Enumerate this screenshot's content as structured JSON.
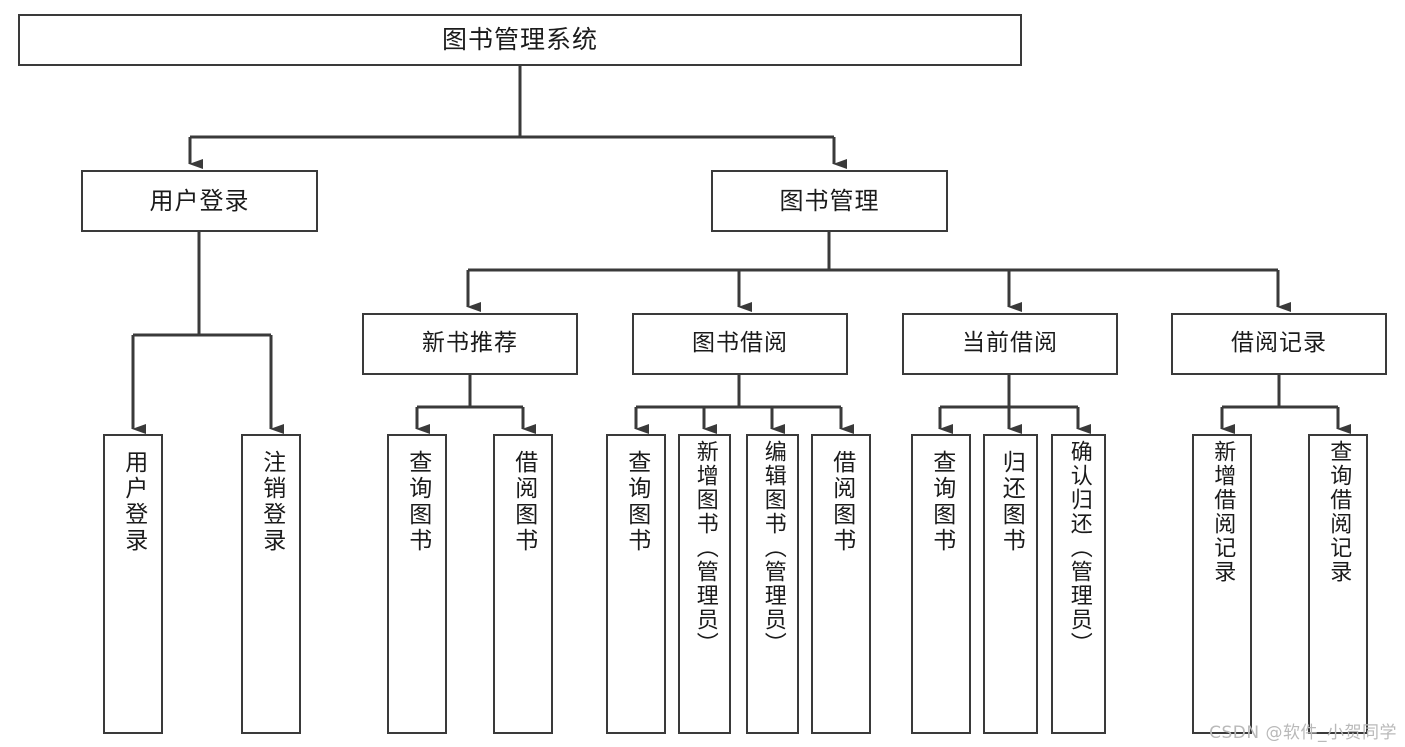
{
  "diagram": {
    "title": "图书管理系统",
    "type": "tree",
    "watermark": "CSDN @软件_小贺同学",
    "colors": {
      "box_border": "#3a3a3a",
      "box_fill": "#ffffff",
      "connector": "#3a3a3a",
      "text": "#1b1b1b",
      "watermark": "#b9b9b9"
    },
    "root": {
      "label": "图书管理系统"
    },
    "level2": [
      {
        "id": "user-login",
        "label": "用户登录"
      },
      {
        "id": "book-manage",
        "label": "图书管理"
      }
    ],
    "level3": [
      {
        "id": "new-book-rec",
        "label": "新书推荐"
      },
      {
        "id": "book-borrow",
        "label": "图书借阅"
      },
      {
        "id": "current-borrow",
        "label": "当前借阅"
      },
      {
        "id": "borrow-record",
        "label": "借阅记录"
      }
    ],
    "leaves": {
      "user-login": [
        {
          "id": "login",
          "label": "用户登录"
        },
        {
          "id": "logout",
          "label": "注销登录"
        }
      ],
      "new-book-rec": [
        {
          "id": "query-book-1",
          "label": "查询图书"
        },
        {
          "id": "borrow-book-1",
          "label": "借阅图书"
        }
      ],
      "book-borrow": [
        {
          "id": "query-book-2",
          "label": "查询图书"
        },
        {
          "id": "add-book",
          "label": "新增图书（管理员）"
        },
        {
          "id": "edit-book",
          "label": "编辑图书（管理员）"
        },
        {
          "id": "borrow-book-2",
          "label": "借阅图书"
        }
      ],
      "current-borrow": [
        {
          "id": "query-book-3",
          "label": "查询图书"
        },
        {
          "id": "return-book",
          "label": "归还图书"
        },
        {
          "id": "confirm-return",
          "label": "确认归还（管理员）"
        }
      ],
      "borrow-record": [
        {
          "id": "add-record",
          "label": "新增借阅记录"
        },
        {
          "id": "query-record",
          "label": "查询借阅记录"
        }
      ]
    }
  }
}
